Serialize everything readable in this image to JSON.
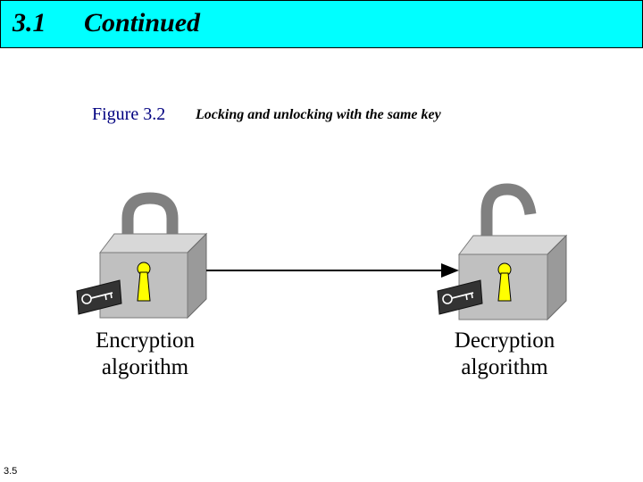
{
  "header": {
    "section_number": "3.1",
    "section_title": "Continued"
  },
  "figure": {
    "label": "Figure 3.2",
    "caption": "Locking and unlocking with the same key"
  },
  "diagram": {
    "encryption_lock": {
      "label_line1": "Encryption",
      "label_line2": "algorithm",
      "state": "locked"
    },
    "decryption_lock": {
      "label_line1": "Decryption",
      "label_line2": "algorithm",
      "state": "unlocked"
    }
  },
  "footer": {
    "slide_number": "3.5"
  },
  "colors": {
    "title_bar": "#00ffff",
    "figure_label": "#000080",
    "keyhole": "#ffff00",
    "lock_body": "#c0c0c0",
    "shackle": "#808080",
    "key_tag": "#333333"
  }
}
